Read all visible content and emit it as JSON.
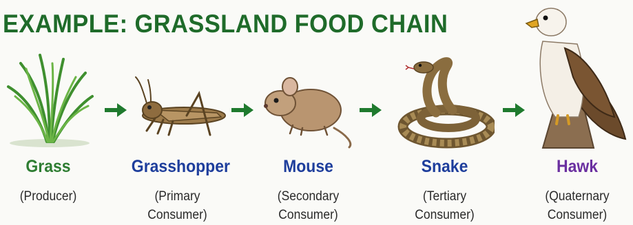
{
  "title": "EXAMPLE: GRASSLAND FOOD CHAIN",
  "colors": {
    "title": "#1f6b2a",
    "arrow": "#1f7a2e",
    "grass": "#2e7d32",
    "grasshopper": "#1e3e9c",
    "mouse": "#1e3e9c",
    "snake": "#1e3e9c",
    "hawk": "#6a2fa0"
  },
  "organisms": [
    {
      "name": "Grass",
      "role_line1": "(Producer)",
      "role_line2": "",
      "icon": "grass-icon"
    },
    {
      "name": "Grasshopper",
      "role_line1": "(Primary",
      "role_line2": "Consumer)",
      "icon": "grasshopper-icon"
    },
    {
      "name": "Mouse",
      "role_line1": "(Secondary",
      "role_line2": "Consumer)",
      "icon": "mouse-icon"
    },
    {
      "name": "Snake",
      "role_line1": "(Tertiary",
      "role_line2": "Consumer)",
      "icon": "snake-icon"
    },
    {
      "name": "Hawk",
      "role_line1": "(Quaternary",
      "role_line2": "Consumer)",
      "icon": "hawk-icon"
    }
  ]
}
